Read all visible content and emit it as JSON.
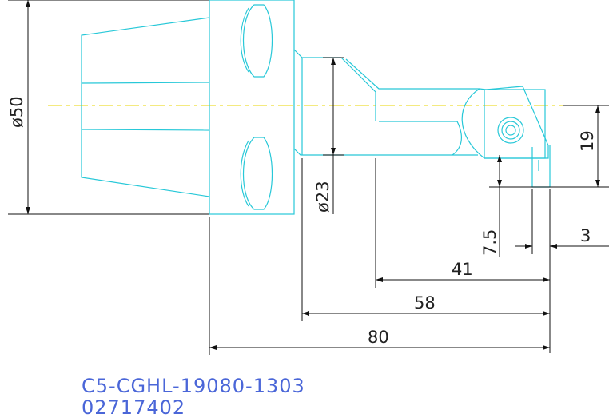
{
  "dimensions": {
    "diameter_50": "ø50",
    "diameter_23": "ø23",
    "d19": "19",
    "d7_5": "7.5",
    "d3": "3",
    "d41": "41",
    "d58": "58",
    "d80": "80"
  },
  "caption": {
    "part_code": "C5-CGHL-19080-1303",
    "order_number": "02717402"
  },
  "colors": {
    "tool_outline": "#27c8d8",
    "centerline": "#e8d400",
    "dimension": "#111111",
    "caption_text": "#4a66d8"
  }
}
